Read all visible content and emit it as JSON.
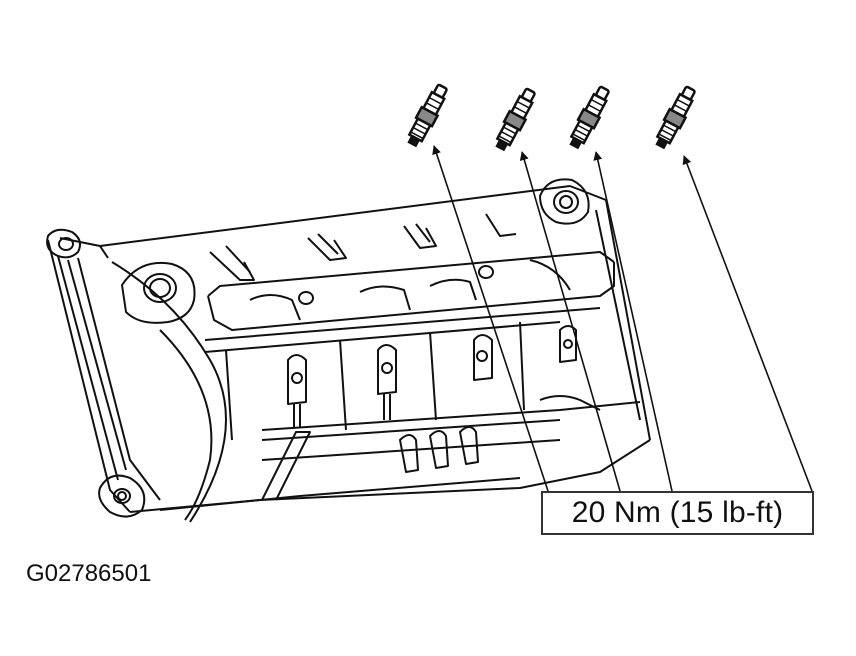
{
  "diagram": {
    "subject": "Engine valve cover with four spark plugs (exploded view)",
    "parts": [
      {
        "id": "spark-plug-1",
        "label": "Spark plug"
      },
      {
        "id": "spark-plug-2",
        "label": "Spark plug"
      },
      {
        "id": "spark-plug-3",
        "label": "Spark plug"
      },
      {
        "id": "spark-plug-4",
        "label": "Spark plug"
      },
      {
        "id": "valve-cover",
        "label": "Valve cover / cylinder head assembly"
      }
    ],
    "callout": {
      "torque_text": "20 Nm (15 lb-ft)",
      "points_to": [
        "spark-plug-1",
        "spark-plug-2",
        "spark-plug-3",
        "spark-plug-4"
      ]
    },
    "figure_id": "G02786501"
  },
  "colors": {
    "line": "#111111",
    "background": "#ffffff"
  }
}
